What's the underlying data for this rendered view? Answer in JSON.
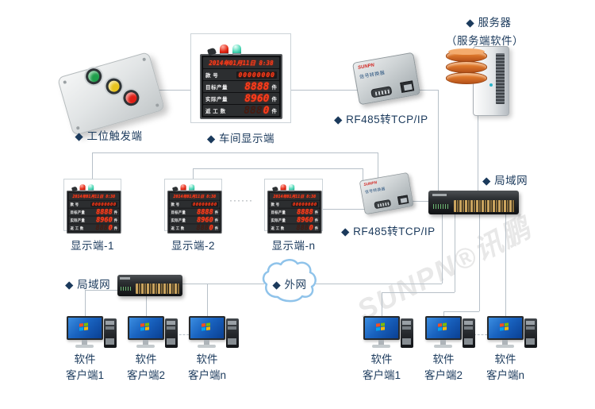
{
  "watermark": "SUNPN®讯鹏",
  "labels": {
    "trigger": "◆ 工位触发端",
    "workshop_display": "◆ 车间显示端",
    "rf485_top": "◆ RF485转TCP/IP",
    "rf485_mid": "◆ RF485转TCP/IP",
    "server_line1": "◆ 服务器",
    "server_line2": "（服务端软件）",
    "lan_top": "◆ 局域网",
    "lan_bottom": "◆ 局域网",
    "wan": "◆ 外网",
    "displays_ellipsis": "······",
    "clients_ellipsis": ""
  },
  "board": {
    "date_row": "2014年01月11日 8:38",
    "ghost": "888",
    "rows": [
      {
        "label": "款 号",
        "value": "00000000",
        "unit": ""
      },
      {
        "label": "目标产量",
        "value": "8888",
        "unit": "件"
      },
      {
        "label": "实际产量",
        "value": "8960",
        "unit": "件"
      },
      {
        "label": "返 工 数",
        "value": "0",
        "unit": "件"
      }
    ]
  },
  "converter": {
    "brand": "SUNPN",
    "name": "信号转换器"
  },
  "displays": [
    {
      "label": "显示端-1"
    },
    {
      "label": "显示端-2"
    },
    {
      "label": "显示端-n"
    }
  ],
  "clients_left": [
    {
      "line1": "软件",
      "line2": "客户端1"
    },
    {
      "line1": "软件",
      "line2": "客户端2"
    },
    {
      "line1": "软件",
      "line2": "客户端n"
    }
  ],
  "clients_right": [
    {
      "line1": "软件",
      "line2": "客户端1"
    },
    {
      "line1": "软件",
      "line2": "客户端2"
    },
    {
      "line1": "软件",
      "line2": "客户端n"
    }
  ]
}
